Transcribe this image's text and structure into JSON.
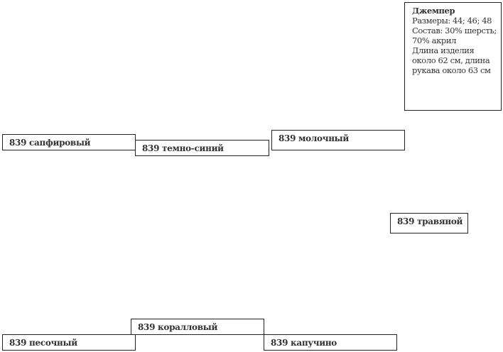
{
  "product": {
    "title": "Джемпер",
    "lines": [
      "Размеры: 44; 46; 48",
      "Состав: 30% шерсть;",
      "70% акрил",
      "Длина изделия",
      "около 62 см, длина",
      "рукава около 63 см"
    ]
  },
  "colors": [
    {
      "label": "839 сапфировый"
    },
    {
      "label": "839 темно-синий"
    },
    {
      "label": "839 молочный"
    },
    {
      "label": "839 травяной"
    },
    {
      "label": "839 коралловый"
    },
    {
      "label": "839 песочный"
    },
    {
      "label": "839 капучино"
    }
  ]
}
